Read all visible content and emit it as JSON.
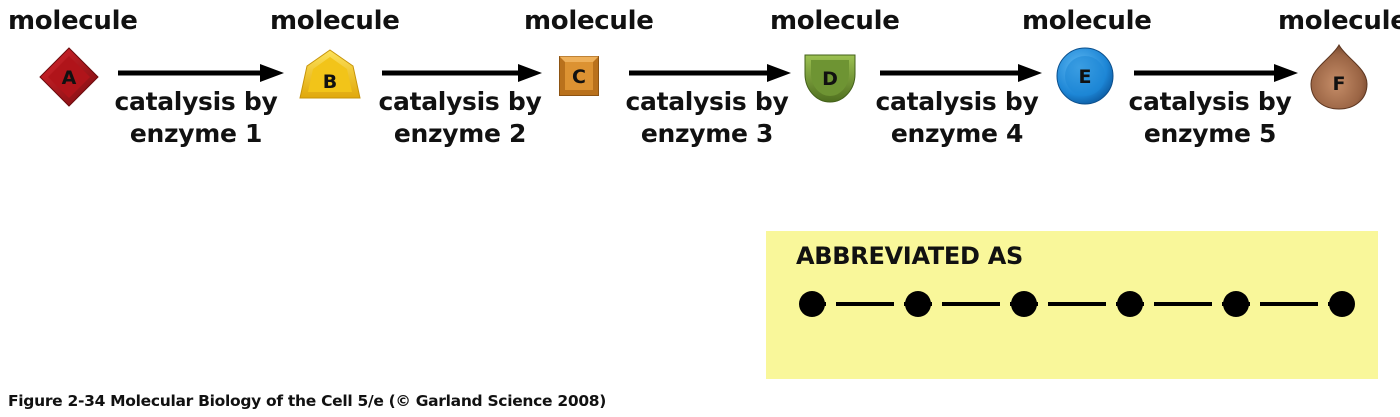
{
  "pathway": {
    "molecules": [
      {
        "label": "molecule",
        "letter": "A",
        "shape": "diamond-icon",
        "color": "#b0141a"
      },
      {
        "label": "molecule",
        "letter": "B",
        "shape": "pentagon-icon",
        "color": "#f2c419"
      },
      {
        "label": "molecule",
        "letter": "C",
        "shape": "square-icon",
        "color": "#dc9232"
      },
      {
        "label": "molecule",
        "letter": "D",
        "shape": "shield-icon",
        "color": "#6e9433"
      },
      {
        "label": "molecule",
        "letter": "E",
        "shape": "circle-icon",
        "color": "#1d86d6"
      },
      {
        "label": "molecule",
        "letter": "F",
        "shape": "drop-icon",
        "color": "#9a6444"
      }
    ],
    "steps": [
      {
        "line1": "catalysis by",
        "line2": "enzyme 1"
      },
      {
        "line1": "catalysis by",
        "line2": "enzyme 2"
      },
      {
        "line1": "catalysis by",
        "line2": "enzyme 3"
      },
      {
        "line1": "catalysis by",
        "line2": "enzyme 4"
      },
      {
        "line1": "catalysis by",
        "line2": "enzyme 5"
      }
    ]
  },
  "abbreviation": {
    "title": "ABBREVIATED AS",
    "node_count": 6,
    "box_color": "#f9f79a"
  },
  "caption": "Figure 2-34  Molecular Biology of the Cell 5/e (© Garland Science 2008)"
}
